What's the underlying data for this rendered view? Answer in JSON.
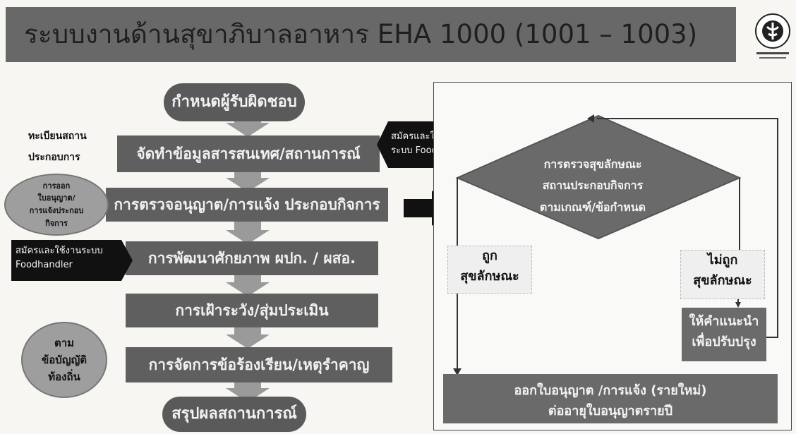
{
  "title": "ระบบงานด้านสุขาภิบาลอาหาร EHA 1000 (1001 – 1003)",
  "left_flow": {
    "start": "กำหนดผู้รับผิดชอบ",
    "steps": [
      "จัดทำข้อมูลสารสนเทศ/สถานการณ์",
      "การตรวจอนุญาต/การแจ้ง ประกอบกิจการ",
      "การพัฒนาศักยภาพ ผปก. / ผสอ.",
      "การเฝ้าระวัง/สุ่มประเมิน",
      "การจัดการข้อร้องเรียน/เหตุรำคาญ"
    ],
    "end": "สรุปผลสถานการณ์",
    "side_note": "ทะเบียนสถาน\nประกอบการ",
    "oval_license": "การออก\nใบอนุญาต/\nการแจ้งประกอบ\nกิจการ",
    "oval_local_law": "ตาม\nข้อบัญญัติ\nท้องถิ่น",
    "tag_foodhandler_1": "สมัครและใช้งาน\nระบบ Foodhandler",
    "tag_foodhandler_2": "สมัครและใช้งานระบบ\nFoodhandler"
  },
  "right_flow": {
    "decision": "การตรวจสุขลักษณะ\nสถานประกอบกิจการ\nตามเกณฑ์/ข้อกำหนด",
    "pass": "ถูก\nสุขลักษณะ",
    "fail": "ไม่ถูก\nสุขลักษณะ",
    "advise": "ให้คำแนะนำ\nเพื่อปรับปรุง",
    "result": "ออกใบอนุญาต /การแจ้ง (รายใหม่)\nต่ออายุใบอนุญาตรายปี"
  },
  "colors": {
    "banner": "#686868",
    "step": "#5f5f5f",
    "arrow": "#9a9a9a"
  },
  "icons": {
    "logo": "department-of-health-emblem-icon"
  }
}
